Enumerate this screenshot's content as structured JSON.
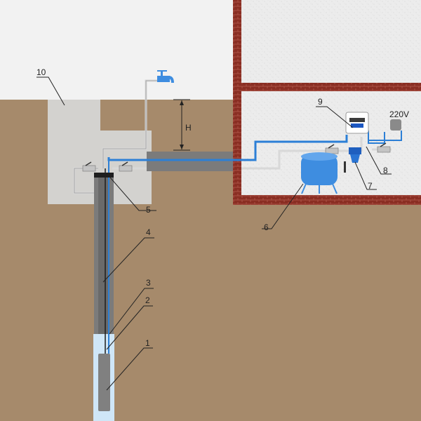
{
  "colors": {
    "sky": "#f2f2f2",
    "soil": "#a68a6b",
    "brick": "#8a2e23",
    "wall_fill": "#e9e9e9",
    "caisson": "#d3d2cf",
    "casing": "#7b7b7b",
    "water": "#cfe6f7",
    "pipe_blue": "#2c7fd6",
    "pipe_grey": "#d8d8d8",
    "tank": "#3e8de0",
    "pump": "#808080"
  },
  "callouts": {
    "pump": "1",
    "safety_cable": "2",
    "hose": "3",
    "casing": "4",
    "well_head": "5",
    "tank": "6",
    "filter": "7",
    "pressure_switch": "8",
    "control_box": "9",
    "caisson": "10"
  },
  "dimension_label": "H",
  "power_label": "220V"
}
